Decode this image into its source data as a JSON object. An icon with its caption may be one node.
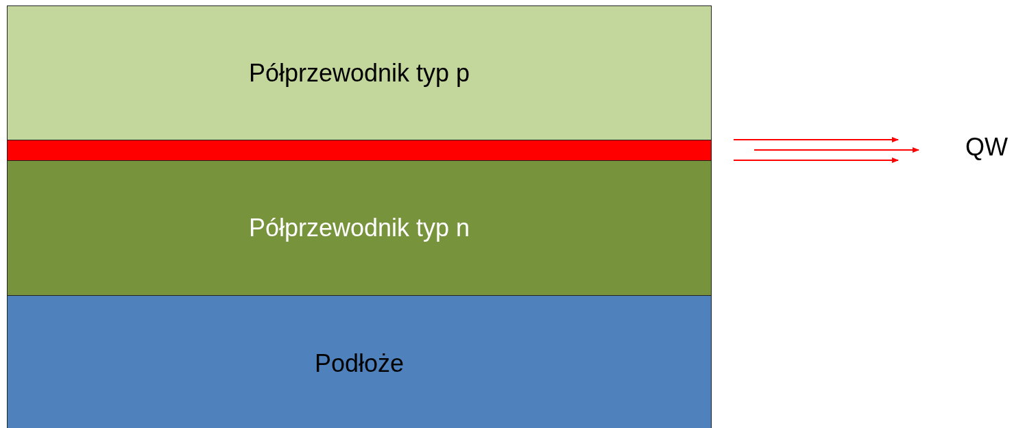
{
  "diagram": {
    "nodes": [
      {
        "text": [
          "Półprzewodnik typ p"
        ]
      },
      {
        "text": [],
        "shape": "box"
      },
      {
        "text": [
          "Półprzewodnik typ n"
        ]
      },
      {
        "text": [
          "Podłoże"
        ]
      }
    ],
    "labels": [
      "QW"
    ]
  }
}
